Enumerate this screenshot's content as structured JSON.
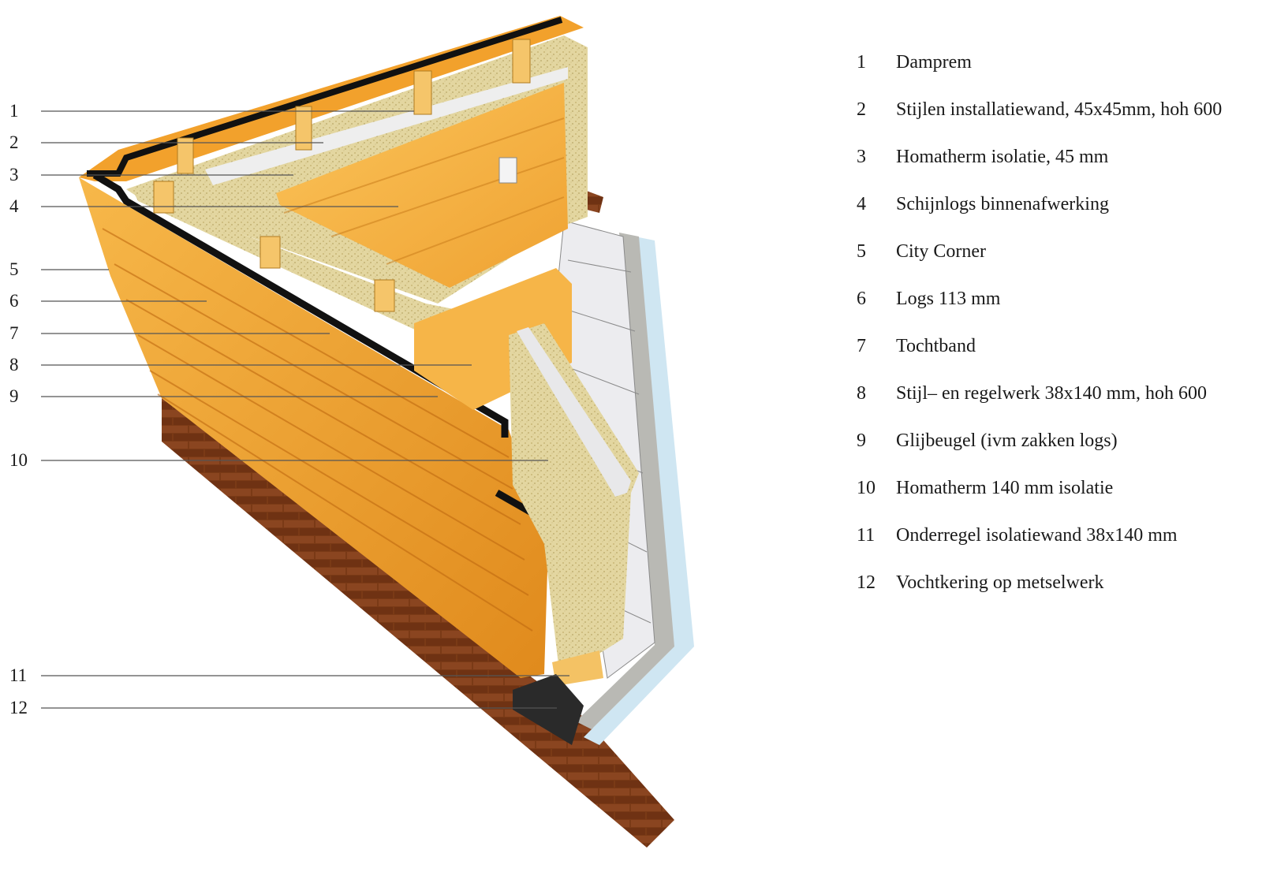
{
  "legend": [
    {
      "num": "1",
      "label": "Damprem"
    },
    {
      "num": "2",
      "label": "Stijlen installatiewand, 45x45mm, hoh 600"
    },
    {
      "num": "3",
      "label": "Homatherm isolatie, 45 mm"
    },
    {
      "num": "4",
      "label": "Schijnlogs binnenafwerking"
    },
    {
      "num": "5",
      "label": "City Corner"
    },
    {
      "num": "6",
      "label": "Logs 113 mm"
    },
    {
      "num": "7",
      "label": "Tochtband"
    },
    {
      "num": "8",
      "label": "Stijl– en regelwerk 38x140 mm, hoh 600"
    },
    {
      "num": "9",
      "label": "Glijbeugel (ivm zakken logs)"
    },
    {
      "num": "10",
      "label": "Homatherm 140 mm isolatie"
    },
    {
      "num": "11",
      "label": "Onderregel isolatiewand 38x140 mm"
    },
    {
      "num": "12",
      "label": "Vochtkering op metselwerk"
    }
  ],
  "colors": {
    "wood": "#f2a12c",
    "wood_dark": "#d97a12",
    "insulation": "#e3d6a0",
    "brick": "#7a3a16",
    "concrete": "#b9b9b4",
    "frost": "#cfe6f2",
    "membrane": "#111111",
    "leader": "#555555"
  }
}
